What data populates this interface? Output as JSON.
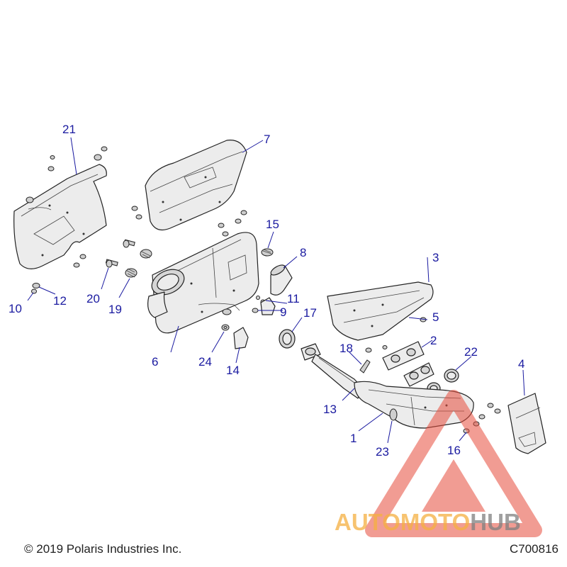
{
  "callouts": {
    "c1": "1",
    "c2": "2",
    "c3": "3",
    "c4": "4",
    "c5": "5",
    "c6": "6",
    "c7": "7",
    "c8": "8",
    "c9": "9",
    "c10": "10",
    "c11": "11",
    "c12": "12",
    "c13": "13",
    "c14": "14",
    "c15": "15",
    "c16": "16",
    "c17": "17",
    "c18": "18",
    "c19": "19",
    "c20": "20",
    "c21": "21",
    "c22": "22",
    "c23": "23",
    "c24": "24"
  },
  "footer": {
    "copyright": "© 2019 Polaris Industries Inc.",
    "drawing_code": "C700816"
  },
  "watermark": {
    "part1": "AUTOMOTO",
    "part2": "HUB",
    "color_orange": "#f5b041",
    "color_grey": "#7f7f7f",
    "color_red": "#e74c3c"
  },
  "colors": {
    "callout": "#1a1aa0"
  }
}
